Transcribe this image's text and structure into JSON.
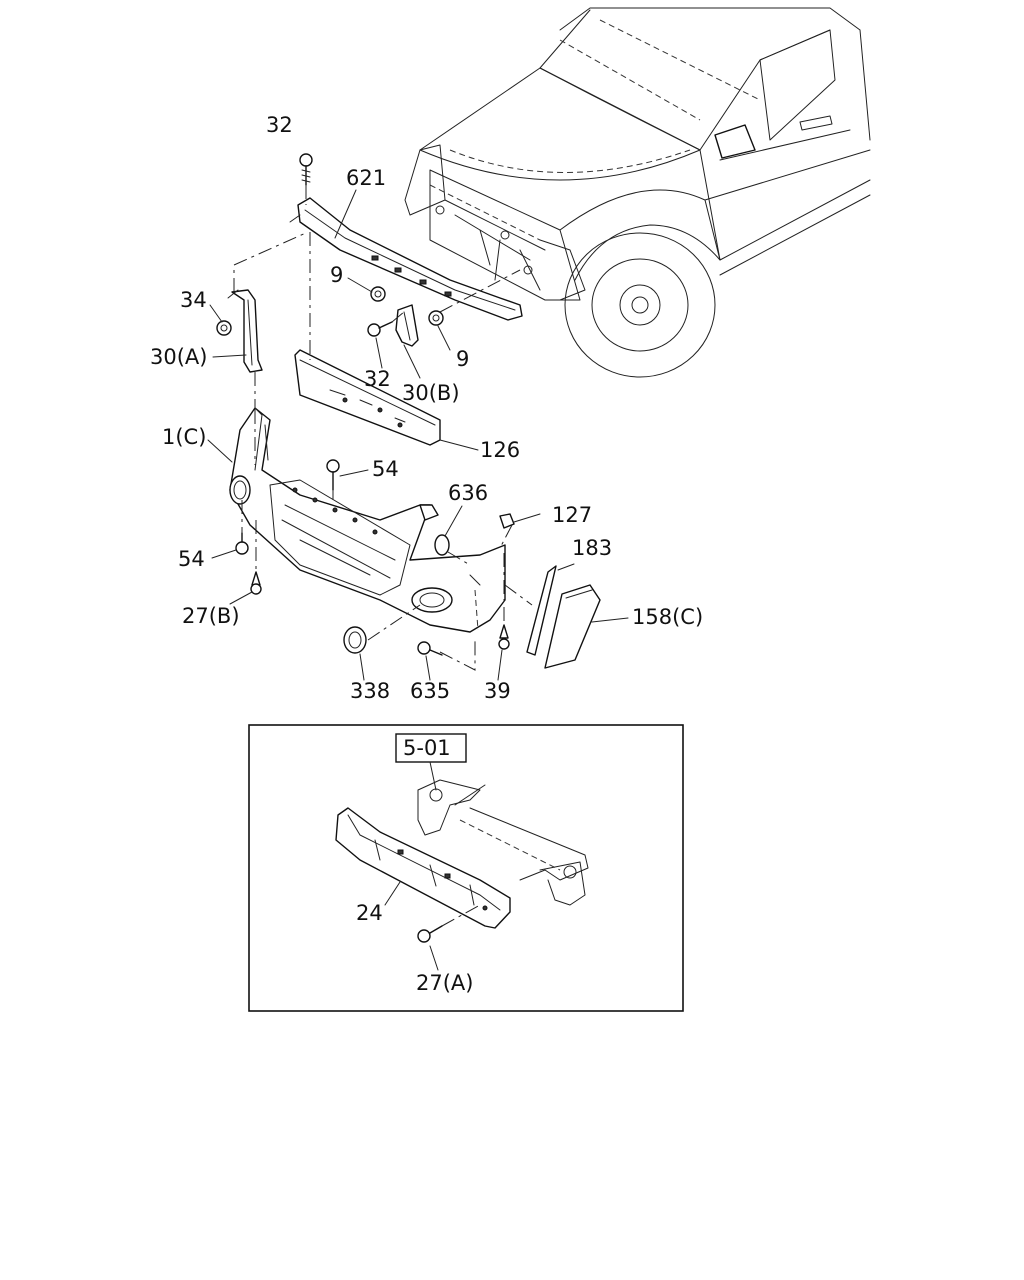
{
  "callouts": {
    "c32_top": "32",
    "c621": "621",
    "c34": "34",
    "c9_a": "9",
    "c30a": "30(A)",
    "c32_mid": "32",
    "c9_b": "9",
    "c30b": "30(B)",
    "c1c": "1(C)",
    "c126": "126",
    "c54_a": "54",
    "c636": "636",
    "c127": "127",
    "c183": "183",
    "c54_b": "54",
    "c27b": "27(B)",
    "c158c": "158(C)",
    "c338": "338",
    "c635": "635",
    "c39": "39",
    "ref": "5-01",
    "c24": "24",
    "c27a": "27(A)"
  }
}
